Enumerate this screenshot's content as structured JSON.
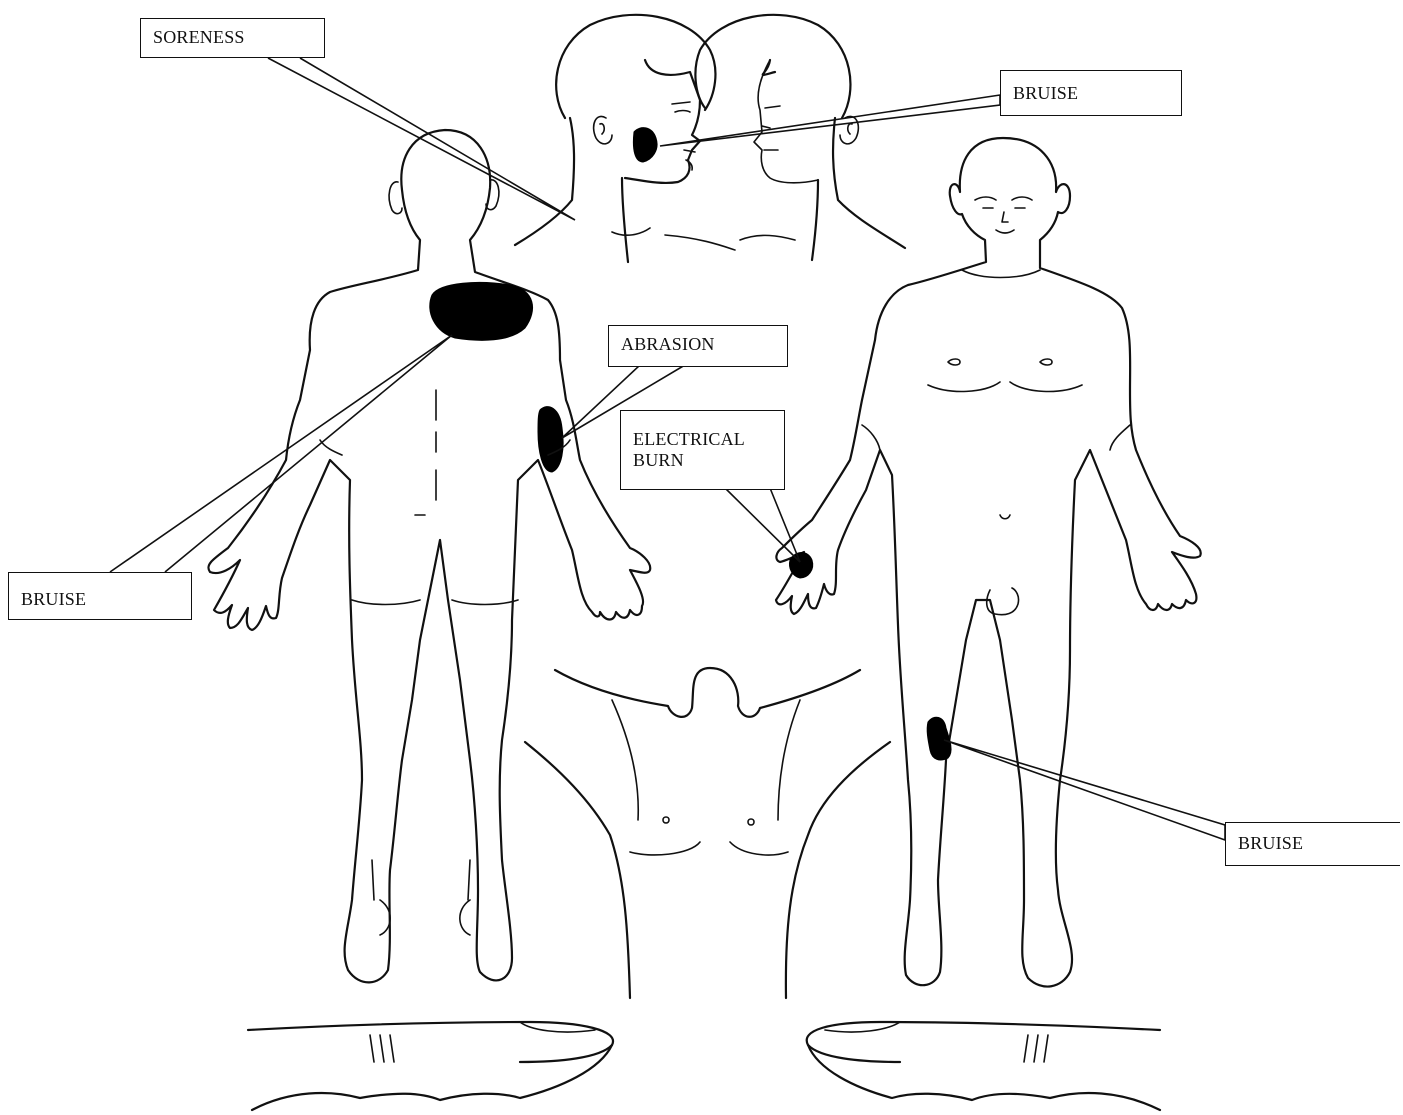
{
  "diagram": {
    "figures": [
      {
        "id": "head-right-profile",
        "view": "head profile facing right"
      },
      {
        "id": "head-left-profile",
        "view": "head profile facing left"
      },
      {
        "id": "body-back",
        "view": "full body, posterior"
      },
      {
        "id": "body-front",
        "view": "full body, anterior"
      },
      {
        "id": "perineum",
        "view": "groin / perineal view"
      },
      {
        "id": "foot-soles",
        "view": "plantar view of feet"
      }
    ],
    "callouts": [
      {
        "key": "soreness",
        "text": "SORENESS",
        "site": "left neck"
      },
      {
        "key": "bruise_face",
        "text": "BRUISE",
        "site": "cheek / jaw"
      },
      {
        "key": "abrasion",
        "text": "ABRASION",
        "site": "upper arm, posterior"
      },
      {
        "key": "electrical_burn",
        "lines": [
          "ELECTRICAL",
          "BURN"
        ],
        "site": "right palm"
      },
      {
        "key": "bruise_back",
        "text": "BRUISE",
        "site": "left shoulder blade"
      },
      {
        "key": "bruise_thigh",
        "text": "BRUISE",
        "site": "right thigh"
      }
    ],
    "colors": {
      "ink": "#111111",
      "injury_fill": "#000000",
      "background": "#ffffff"
    }
  }
}
